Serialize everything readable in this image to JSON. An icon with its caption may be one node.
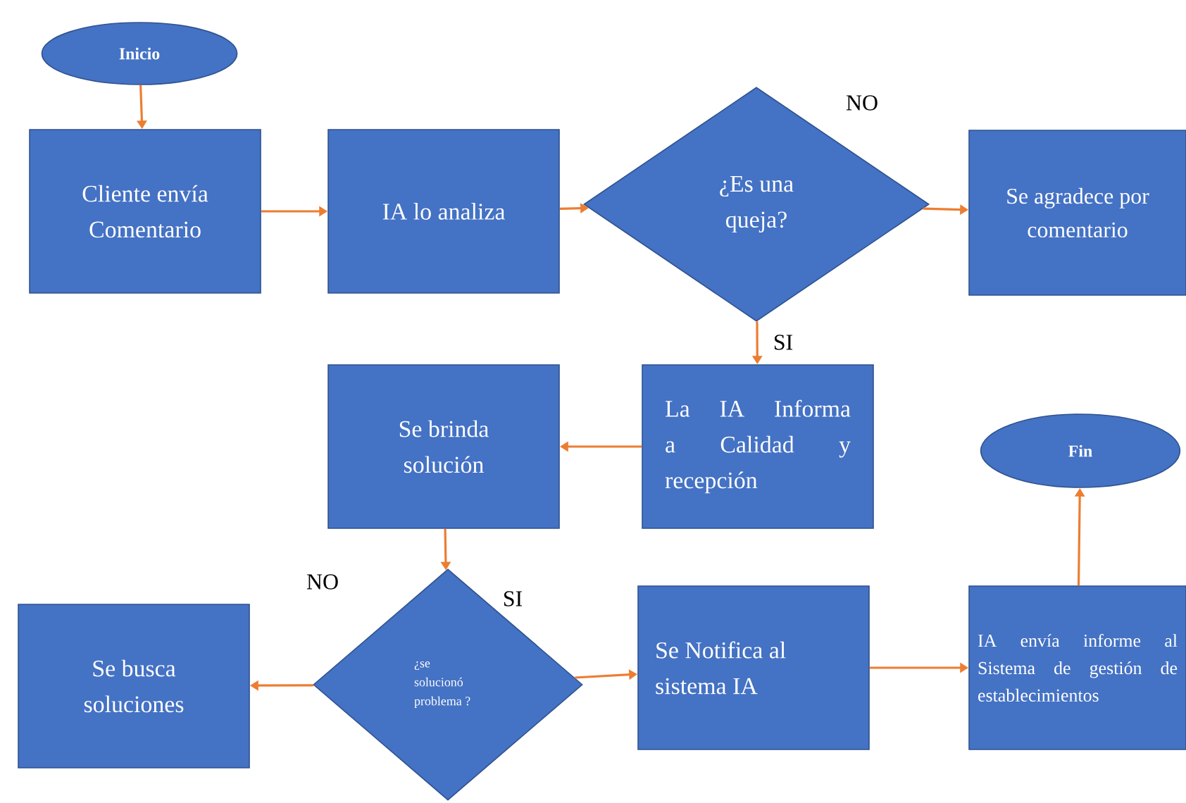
{
  "diagram": {
    "nodes": [
      {
        "text": [
          "Inicio"
        ]
      },
      {
        "text": [
          "Cliente envía Comentario"
        ]
      },
      {
        "text": [
          "IA lo analiza"
        ]
      },
      {
        "text": [
          "¿Es una queja?"
        ]
      },
      {
        "text": [
          "Se agradece por comentario"
        ]
      },
      {
        "text": [
          "La IA Informa a Calidad y recepción"
        ]
      },
      {
        "text": [
          "Se brinda solución"
        ]
      },
      {
        "text": [
          "¿se solucionó problema ?"
        ]
      },
      {
        "text": [
          "Se busca soluciones"
        ]
      },
      {
        "text": [
          "Se Notifica al sistema IA"
        ]
      },
      {
        "text": [
          "IA envía informe al Sistema de gestión de establecimientos"
        ]
      },
      {
        "text": [
          "Fin"
        ]
      }
    ],
    "edges": [
      {
        "from": 0,
        "to": 1,
        "arrow": "to"
      },
      {
        "from": 1,
        "to": 2,
        "arrow": "to"
      },
      {
        "from": 2,
        "to": 3,
        "arrow": "to"
      },
      {
        "from": 3,
        "to": 4,
        "arrow": "to",
        "label": "NO"
      },
      {
        "from": 3,
        "to": 5,
        "arrow": "to",
        "label": "SI"
      },
      {
        "from": 5,
        "to": 6,
        "arrow": "to"
      },
      {
        "from": 6,
        "to": 7,
        "arrow": "to"
      },
      {
        "from": 7,
        "to": 8,
        "arrow": "to",
        "label": "NO"
      },
      {
        "from": 7,
        "to": 9,
        "arrow": "to",
        "label": "SI"
      },
      {
        "from": 9,
        "to": 10,
        "arrow": "to"
      },
      {
        "from": 10,
        "to": 11,
        "arrow": "to"
      }
    ]
  }
}
